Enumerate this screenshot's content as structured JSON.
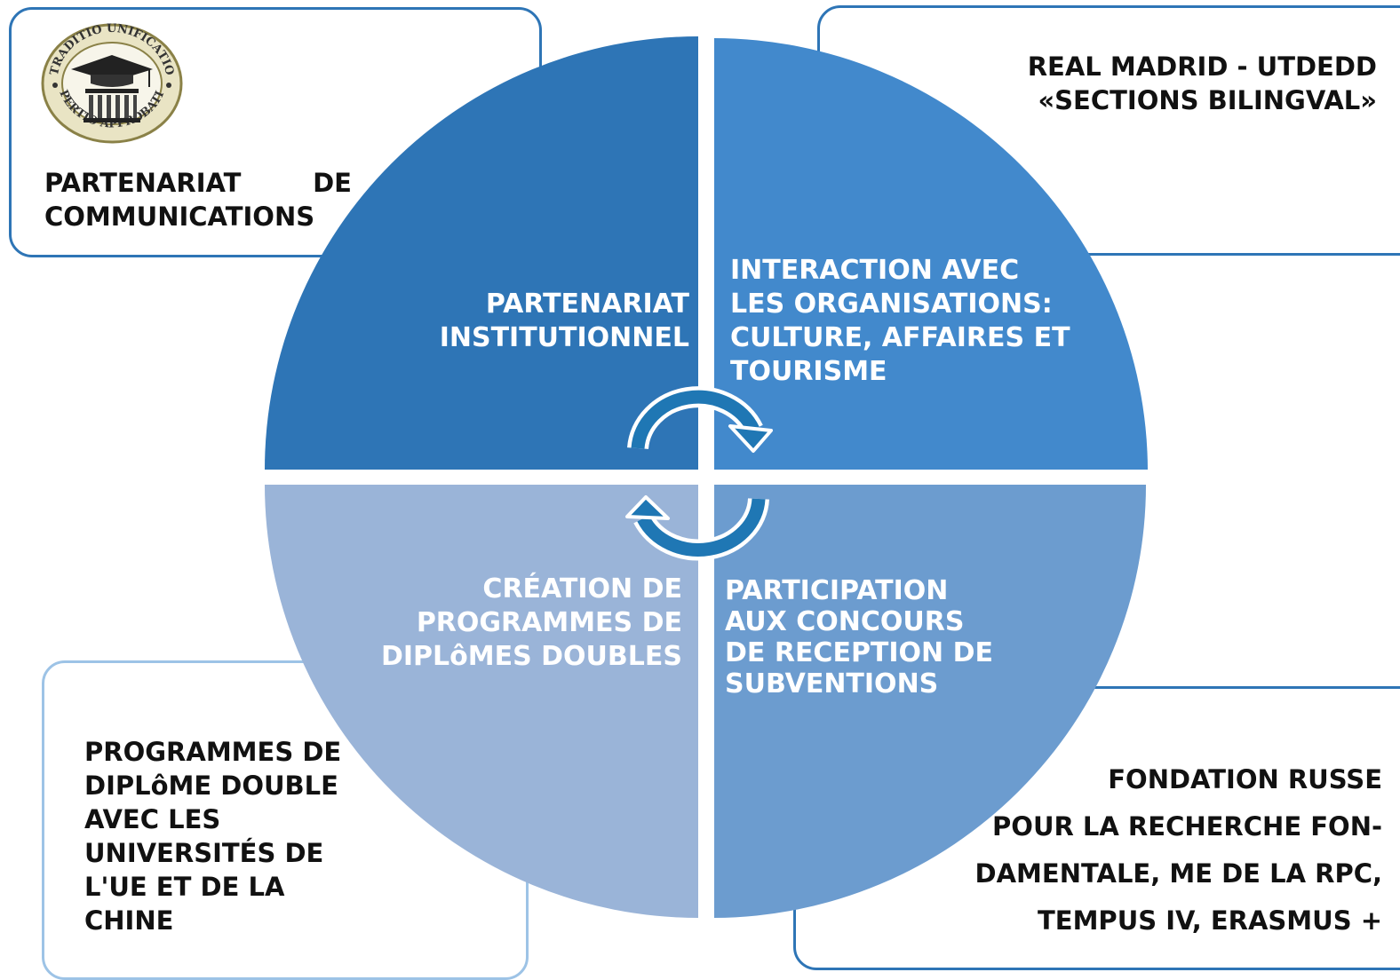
{
  "seal": {
    "text_top": "TRADITIO UNIFICATIO",
    "text_bottom": "APERTIO APPROBATIO"
  },
  "corners": {
    "top_left": [
      "PARTENARIAT DE",
      "COMMUNICATIONS"
    ],
    "top_right": [
      "REAL MADRID - UTDEDD",
      "«SECTIONS BILINGVAL»"
    ],
    "bottom_left": [
      "PROGRAMMES DE",
      "DIPLôME DOUBLE",
      "AVEC LES",
      "UNIVERSITÉS DE",
      "L'UE ET DE LA",
      "CHINE"
    ],
    "bottom_right": [
      "FONDATION RUSSE",
      "POUR LA RECHERCHE FON-",
      "DAMENTALE, ME DE LA RPC,",
      "TEMPUS IV, ERASMUS +"
    ]
  },
  "quadrants": {
    "top_left": [
      "PARTENARIAT",
      "INSTITUTIONNEL"
    ],
    "top_right": [
      "INTERACTION AVEC",
      "LES ORGANISATIONS:",
      "CULTURE, AFFAIRES ET",
      "TOURISME"
    ],
    "bottom_left": [
      "CRÉATION DE",
      "PROGRAMMES DE",
      "DIPLôMES DOUBLES"
    ],
    "bottom_right": [
      "PARTICIPATION",
      "AUX CONCOURS",
      "DE RECEPTION DE",
      "SUBVENTIONS"
    ]
  },
  "colors": {
    "quadrant_top_left": "#2e75b6",
    "quadrant_top_right": "#4289cc",
    "quadrant_bottom_left": "#9ab4d8",
    "quadrant_bottom_right": "#6c9ccf",
    "cycle_arrow": "#1f77b4"
  },
  "icons": {
    "seal": "graduation-cap-seal-icon",
    "cycle": "circular-arrows-icon"
  }
}
